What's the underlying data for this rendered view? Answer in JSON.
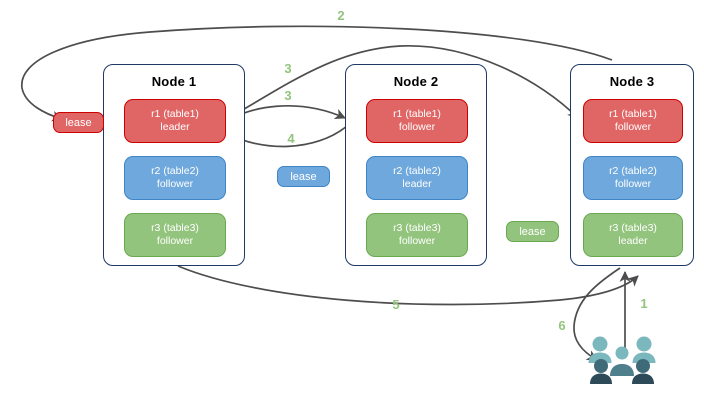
{
  "diagram": {
    "title": "Distributed database lease and replica routing diagram",
    "colors": {
      "red": "#e06666",
      "red_border": "#cc0000",
      "blue": "#6fa8dc",
      "blue_border": "#3d85c6",
      "green": "#93c47d",
      "green_border": "#6aa84f",
      "node_border": "#1f3864",
      "arrow": "#4d4d4d",
      "label_green": "#93c47d",
      "users_light": "#7bb8bd",
      "users_mid": "#4f7f8b",
      "users_dark": "#2c4a57"
    },
    "nodes": [
      {
        "title": "Node 1",
        "replicas": [
          {
            "name": "r1 (table1)",
            "role": "leader",
            "color": "red"
          },
          {
            "name": "r2 (table2)",
            "role": "follower",
            "color": "blue"
          },
          {
            "name": "r3 (table3)",
            "role": "follower",
            "color": "green"
          }
        ]
      },
      {
        "title": "Node 2",
        "replicas": [
          {
            "name": "r1 (table1)",
            "role": "follower",
            "color": "red"
          },
          {
            "name": "r2 (table2)",
            "role": "leader",
            "color": "blue"
          },
          {
            "name": "r3 (table3)",
            "role": "follower",
            "color": "green"
          }
        ]
      },
      {
        "title": "Node 3",
        "replicas": [
          {
            "name": "r1 (table1)",
            "role": "follower",
            "color": "red"
          },
          {
            "name": "r2 (table2)",
            "role": "follower",
            "color": "blue"
          },
          {
            "name": "r3 (table3)",
            "role": "leader",
            "color": "green"
          }
        ]
      }
    ],
    "leases": [
      {
        "label": "lease",
        "color": "red"
      },
      {
        "label": "lease",
        "color": "blue"
      },
      {
        "label": "lease",
        "color": "green"
      }
    ],
    "step_labels": [
      {
        "text": "1"
      },
      {
        "text": "2"
      },
      {
        "text": "3"
      },
      {
        "text": "3"
      },
      {
        "text": "4"
      },
      {
        "text": "5"
      },
      {
        "text": "6"
      }
    ],
    "users_icon": "users-group-icon"
  }
}
